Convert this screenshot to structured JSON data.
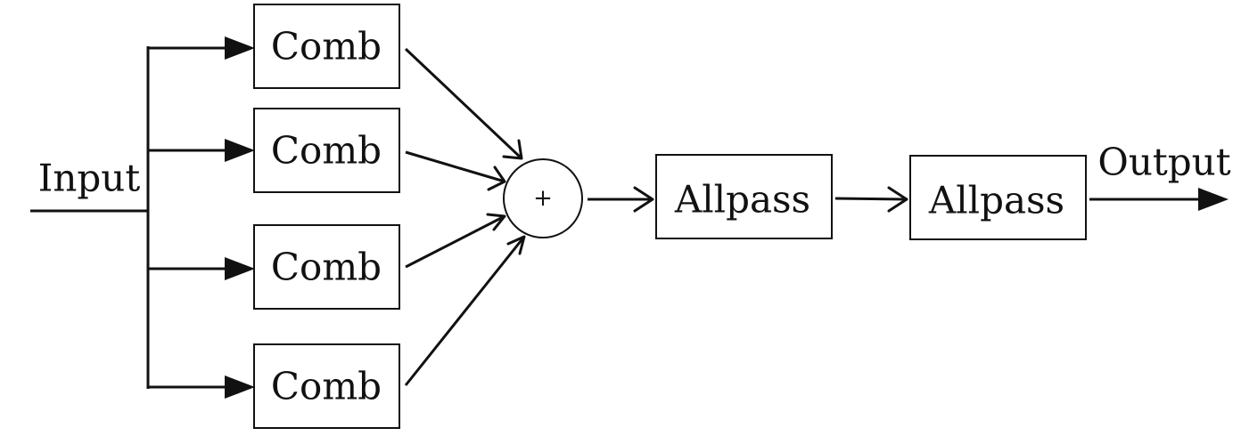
{
  "labels": {
    "input": "Input",
    "output": "Output",
    "sum": "+"
  },
  "comb_filters": [
    {
      "label": "Comb"
    },
    {
      "label": "Comb"
    },
    {
      "label": "Comb"
    },
    {
      "label": "Comb"
    }
  ],
  "allpass_filters": [
    {
      "label": "Allpass"
    },
    {
      "label": "Allpass"
    }
  ],
  "colors": {
    "stroke": "#111111",
    "background": "#ffffff"
  }
}
